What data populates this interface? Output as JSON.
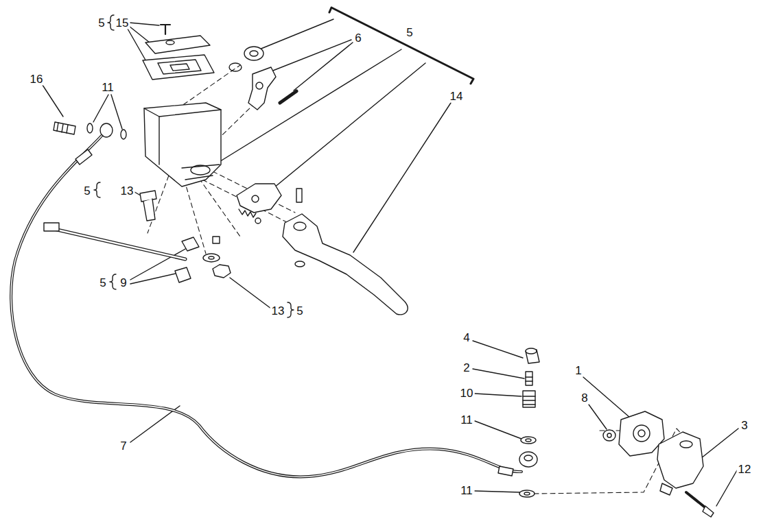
{
  "diagram": {
    "labels": [
      "5",
      "15",
      "5",
      "6",
      "16",
      "11",
      "14",
      "5",
      "13",
      "5",
      "9",
      "13",
      "5",
      "4",
      "2",
      "1",
      "8",
      "10",
      "11",
      "3",
      "7",
      "12",
      "11"
    ]
  }
}
